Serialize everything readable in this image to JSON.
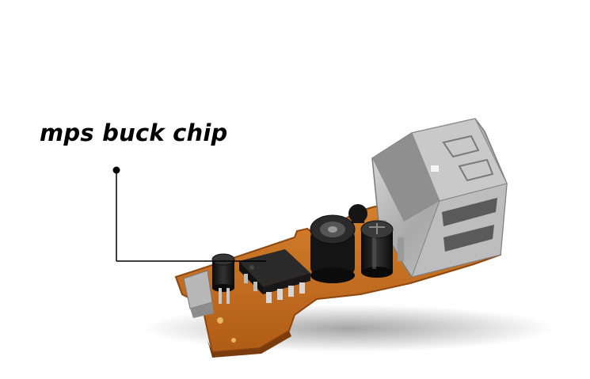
{
  "annotation": {
    "label": "mps buck chip"
  },
  "colors": {
    "pcb": "#c46a1e",
    "pcb_dark": "#8f4710",
    "chip": "#1f1f1f",
    "pins": "#cfcfcf",
    "usb_metal": "#b9b9b9",
    "leader_line": "#000000",
    "background": "#ffffff"
  },
  "icons": [
    "usb-port",
    "electrolytic-capacitor",
    "inductor",
    "ic-chip",
    "pcb-board"
  ]
}
